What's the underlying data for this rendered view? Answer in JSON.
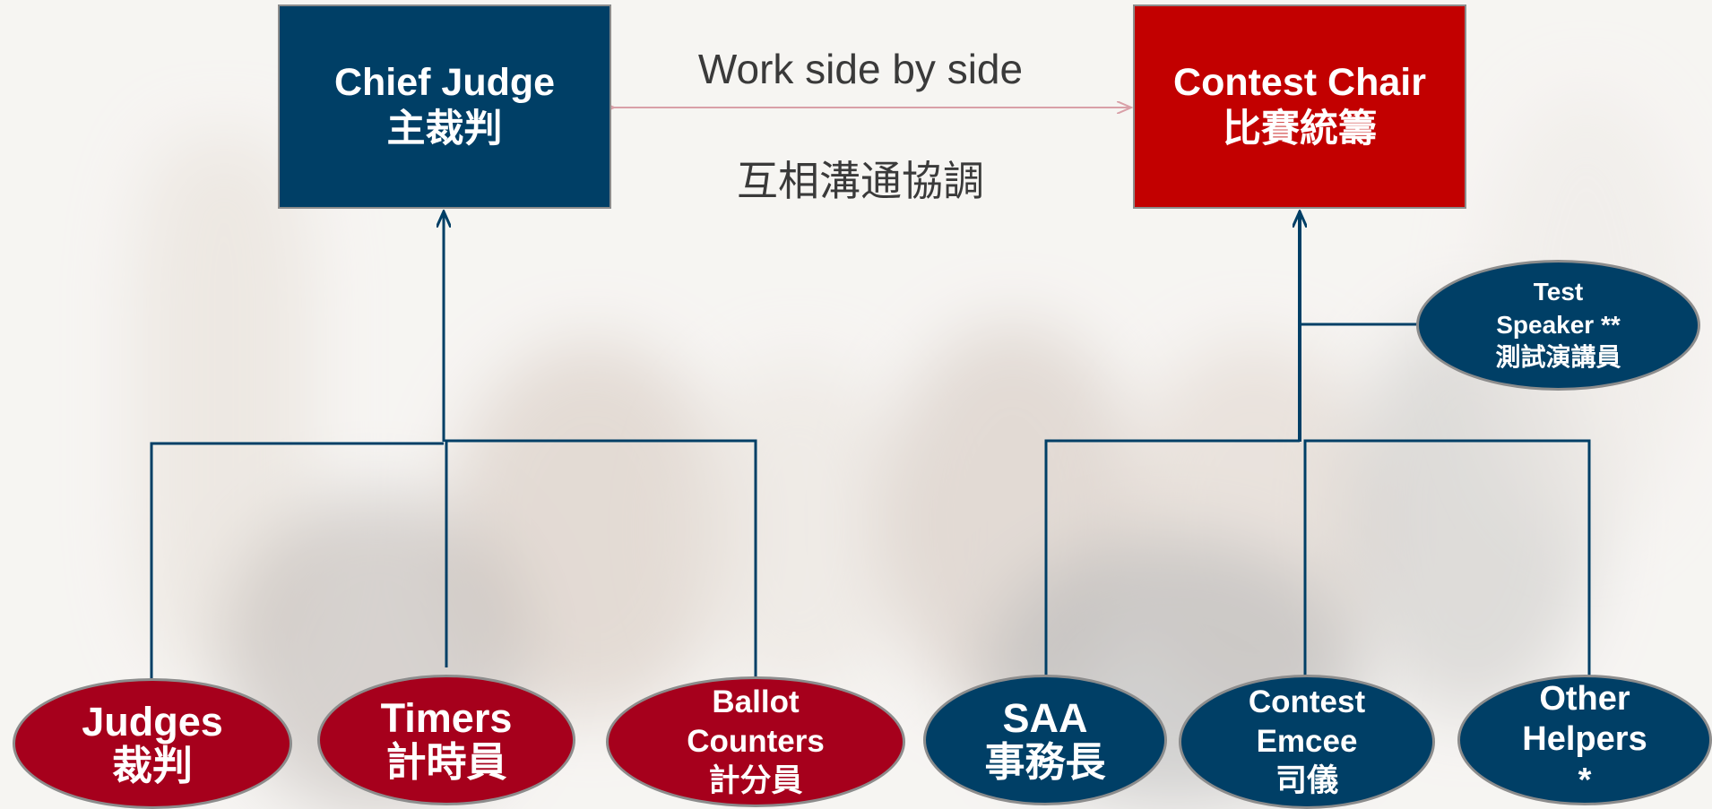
{
  "colors": {
    "navy": "#003f66",
    "red": "#c20000",
    "crimson": "#a6001c",
    "connector_pink": "#d9a0a8"
  },
  "top": {
    "chief_judge": {
      "en": "Chief Judge",
      "zh": "主裁判"
    },
    "contest_chair": {
      "en": "Contest Chair",
      "zh": "比賽統籌"
    },
    "relation": {
      "en": "Work side by side",
      "zh": "互相溝通協調"
    }
  },
  "test_speaker": {
    "line1": "Test",
    "line2": "Speaker **",
    "zh": "測試演講員"
  },
  "judge_team": [
    {
      "line1": "Judges",
      "line2": "裁判"
    },
    {
      "line1": "Timers",
      "line2": "計時員"
    },
    {
      "line1": "Ballot",
      "line2": "Counters",
      "line3": "計分員"
    }
  ],
  "chair_team": [
    {
      "line1": "SAA",
      "line2": "事務長"
    },
    {
      "line1": "Contest",
      "line2": "Emcee",
      "line3": "司儀"
    },
    {
      "line1": "Other",
      "line2": "Helpers",
      "line3": "*"
    }
  ]
}
